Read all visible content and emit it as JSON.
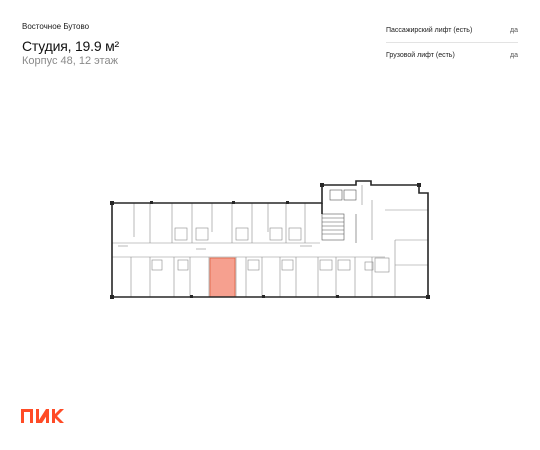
{
  "project": "Восточное Бутово",
  "apartment": {
    "title": "Студия, 19.9 м²",
    "subtitle": "Корпус 48, 12 этаж"
  },
  "features": [
    {
      "label": "Пассажирский лифт (есть)",
      "value": "да"
    },
    {
      "label": "Грузовой лифт (есть)",
      "value": "да"
    }
  ],
  "logo": {
    "text": "ПИК",
    "color": "#ff4b26"
  },
  "colors": {
    "highlight": "#f6a08f",
    "highlight_stroke": "#e0603f",
    "walls": "#262626",
    "room_lines": "#8c8c8c"
  }
}
